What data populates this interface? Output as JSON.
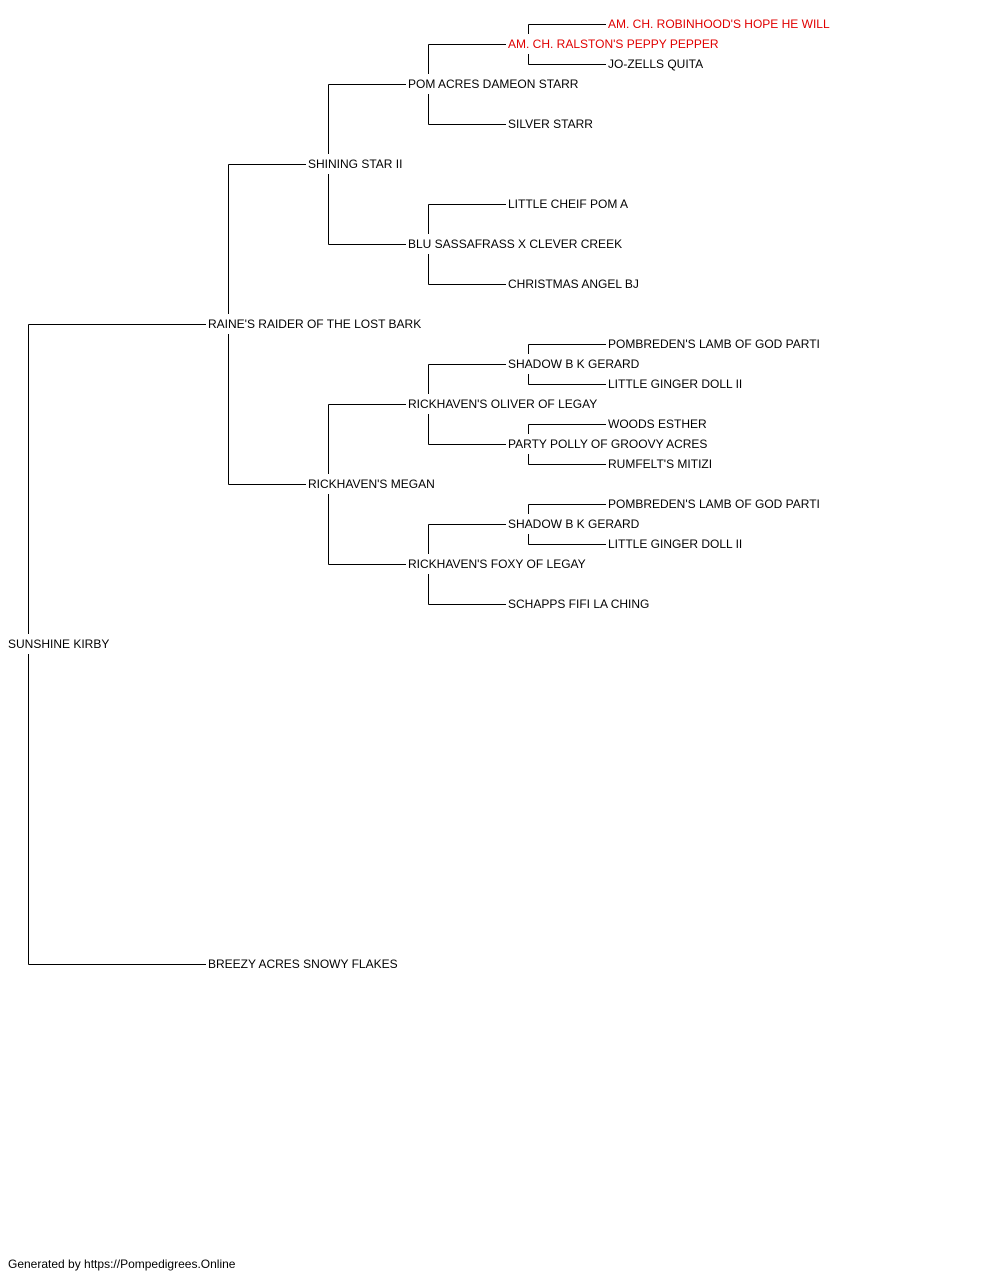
{
  "pedigree": {
    "subject": "SUNSHINE KIRBY",
    "highlight_color": "#e00000",
    "line_color": "#000000",
    "nodes": [
      {
        "id": "n0",
        "name": "SUNSHINE KIRBY",
        "gen": 0,
        "parent": null,
        "champion": false
      },
      {
        "id": "n1",
        "name": "RAINE'S RAIDER OF THE LOST BARK",
        "gen": 1,
        "parent": "n0",
        "champion": false
      },
      {
        "id": "n2",
        "name": "BREEZY ACRES SNOWY FLAKES",
        "gen": 1,
        "parent": "n0",
        "champion": false
      },
      {
        "id": "n3",
        "name": "SHINING STAR II",
        "gen": 2,
        "parent": "n1",
        "champion": false
      },
      {
        "id": "n4",
        "name": "RICKHAVEN'S MEGAN",
        "gen": 2,
        "parent": "n1",
        "champion": false
      },
      {
        "id": "n5",
        "name": "POM ACRES DAMEON STARR",
        "gen": 3,
        "parent": "n3",
        "champion": false
      },
      {
        "id": "n6",
        "name": "BLU SASSAFRASS X CLEVER CREEK",
        "gen": 3,
        "parent": "n3",
        "champion": false
      },
      {
        "id": "n7",
        "name": "RICKHAVEN'S OLIVER OF LEGAY",
        "gen": 3,
        "parent": "n4",
        "champion": false
      },
      {
        "id": "n8",
        "name": "RICKHAVEN'S FOXY OF LEGAY",
        "gen": 3,
        "parent": "n4",
        "champion": false
      },
      {
        "id": "n9",
        "name": "AM. CH. RALSTON'S PEPPY PEPPER",
        "gen": 4,
        "parent": "n5",
        "champion": true
      },
      {
        "id": "n10",
        "name": "SILVER STARR",
        "gen": 4,
        "parent": "n5",
        "champion": false
      },
      {
        "id": "n11",
        "name": "LITTLE CHEIF POM A",
        "gen": 4,
        "parent": "n6",
        "champion": false
      },
      {
        "id": "n12",
        "name": "CHRISTMAS ANGEL BJ",
        "gen": 4,
        "parent": "n6",
        "champion": false
      },
      {
        "id": "n13",
        "name": "SHADOW B K GERARD",
        "gen": 4,
        "parent": "n7",
        "champion": false
      },
      {
        "id": "n14",
        "name": "PARTY POLLY OF GROOVY ACRES",
        "gen": 4,
        "parent": "n7",
        "champion": false
      },
      {
        "id": "n15",
        "name": "SHADOW B K GERARD",
        "gen": 4,
        "parent": "n8",
        "champion": false
      },
      {
        "id": "n16",
        "name": "SCHAPPS FIFI LA CHING",
        "gen": 4,
        "parent": "n8",
        "champion": false
      },
      {
        "id": "n17",
        "name": "AM. CH. ROBINHOOD'S HOPE HE WILL",
        "gen": 5,
        "parent": "n9",
        "champion": true
      },
      {
        "id": "n18",
        "name": "JO-ZELLS QUITA",
        "gen": 5,
        "parent": "n9",
        "champion": false
      },
      {
        "id": "n19",
        "name": "POMBREDEN'S LAMB OF GOD PARTI",
        "gen": 5,
        "parent": "n13",
        "champion": false
      },
      {
        "id": "n20",
        "name": "LITTLE GINGER DOLL II",
        "gen": 5,
        "parent": "n13",
        "champion": false
      },
      {
        "id": "n21",
        "name": "WOODS ESTHER",
        "gen": 5,
        "parent": "n14",
        "champion": false
      },
      {
        "id": "n22",
        "name": "RUMFELT'S MITIZI",
        "gen": 5,
        "parent": "n14",
        "champion": false
      },
      {
        "id": "n23",
        "name": "POMBREDEN'S LAMB OF GOD PARTI",
        "gen": 5,
        "parent": "n15",
        "champion": false
      },
      {
        "id": "n24",
        "name": "LITTLE GINGER DOLL II",
        "gen": 5,
        "parent": "n15",
        "champion": false
      }
    ]
  },
  "footer": {
    "text": "Generated by https://Pompedigrees.Online"
  }
}
